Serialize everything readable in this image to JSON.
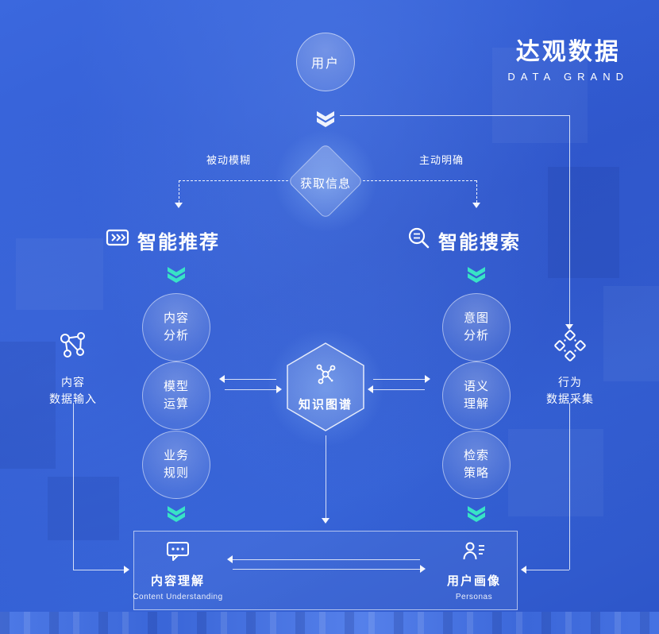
{
  "logo": {
    "cn": "达观数据",
    "en": "DATA GRAND"
  },
  "flow": {
    "user": "用户",
    "acquire": "获取信息",
    "passive_label": "被动模糊",
    "active_label": "主动明确"
  },
  "sections": {
    "recommend": {
      "title": "智能推荐",
      "nodes": [
        {
          "line1": "内容",
          "line2": "分析"
        },
        {
          "line1": "模型",
          "line2": "运算"
        },
        {
          "line1": "业务",
          "line2": "规则"
        }
      ]
    },
    "search": {
      "title": "智能搜索",
      "nodes": [
        {
          "line1": "意图",
          "line2": "分析"
        },
        {
          "line1": "语义",
          "line2": "理解"
        },
        {
          "line1": "检索",
          "line2": "策略"
        }
      ]
    }
  },
  "center": {
    "title": "知识图谱"
  },
  "edges": {
    "left": {
      "line1": "内容",
      "line2": "数据输入"
    },
    "right": {
      "line1": "行为",
      "line2": "数据采集"
    }
  },
  "bottom": {
    "content": {
      "title": "内容理解",
      "subtitle": "Content Understanding"
    },
    "persona": {
      "title": "用户画像",
      "subtitle": "Personas"
    }
  },
  "colors": {
    "accent_teal": "#38e3c6",
    "background_blue": "#3560d4"
  }
}
